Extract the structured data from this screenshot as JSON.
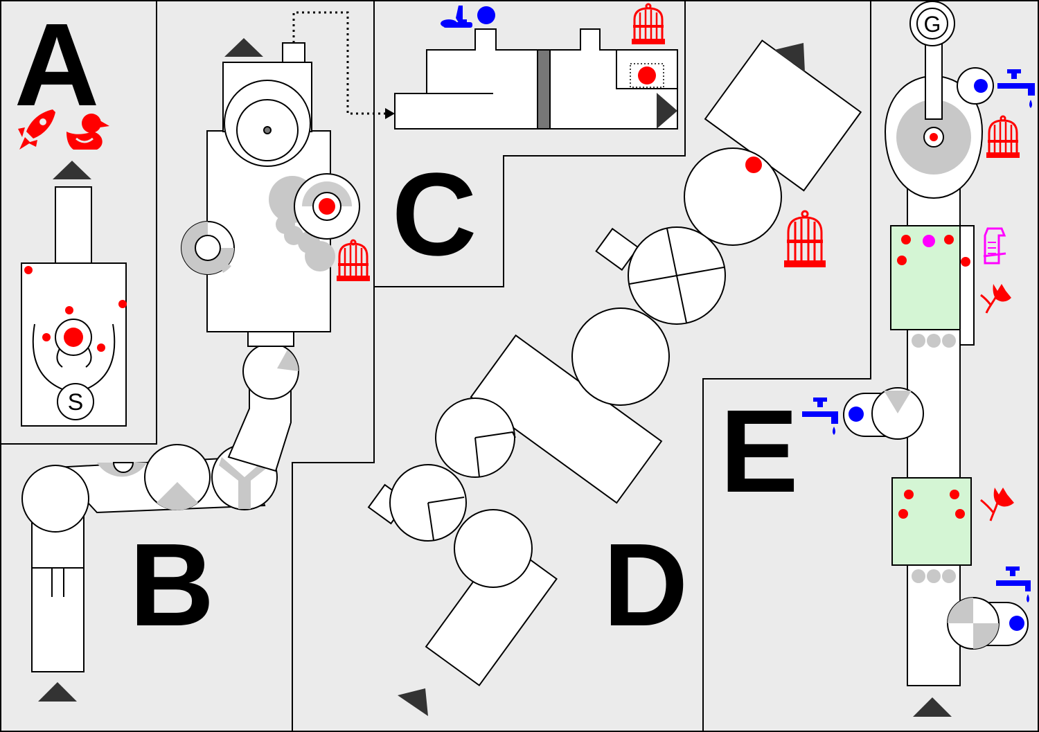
{
  "zones": {
    "a": "A",
    "b": "B",
    "c": "C",
    "d": "D",
    "e": "E"
  },
  "markers": {
    "start": "S",
    "goal": "G"
  },
  "icons": {
    "rocket": "rocket-icon",
    "duck": "duck-icon",
    "birdcage": "birdcage-icon",
    "faucet": "faucet-icon",
    "scroll": "scroll-icon",
    "flower": "flower-icon",
    "pedal": "pedal-icon"
  },
  "colors": {
    "background": "#ebebeb",
    "room": "#ffffff",
    "wall": "#000000",
    "shade": "#c8c8c8",
    "item_red": "#ff0000",
    "item_blue": "#0000ff",
    "item_magenta": "#ff00ff",
    "green_room": "#d4f5d4",
    "arrow": "#333333"
  }
}
